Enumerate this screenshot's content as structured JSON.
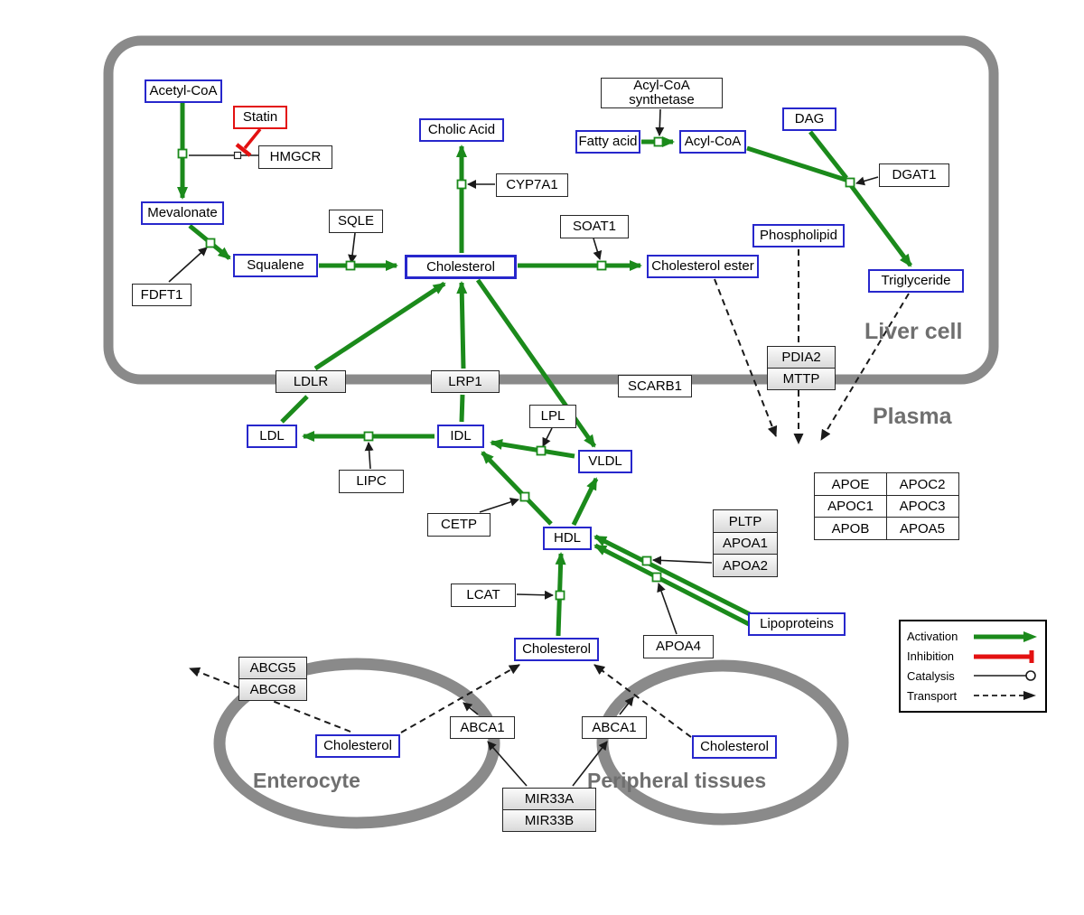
{
  "colors": {
    "activation_green": "#1b8a1b",
    "inhibition_red": "#e31111",
    "node_blue_border": "#2727cc",
    "membrane_gray": "#8a8a8a"
  },
  "regions": {
    "liver": "Liver cell",
    "plasma": "Plasma",
    "enterocyte": "Enterocyte",
    "peripheral": "Peripheral tissues"
  },
  "nodes": {
    "acetylcoa": "Acetyl-CoA",
    "statin": "Statin",
    "hmgcr": "HMGCR",
    "mevalonate": "Mevalonate",
    "fdft1": "FDFT1",
    "squalene": "Squalene",
    "sqle": "SQLE",
    "cholic": "Cholic Acid",
    "cyp7a1": "CYP7A1",
    "cholesterol": "Cholesterol",
    "soat1": "SOAT1",
    "cholester": "Cholesterol ester",
    "acylsynth": "Acyl-CoA synthetase",
    "fattyacid": "Fatty acid",
    "acylcoa": "Acyl-CoA",
    "dag": "DAG",
    "dgat1": "DGAT1",
    "phospholipid": "Phospholipid",
    "triglyceride": "Triglyceride",
    "ldlr": "LDLR",
    "lrp1": "LRP1",
    "scarb1": "SCARB1",
    "ldl": "LDL",
    "idl": "IDL",
    "lipc": "LIPC",
    "lpl": "LPL",
    "vldl": "VLDL",
    "cetp": "CETP",
    "hdl": "HDL",
    "lcat": "LCAT",
    "apoa4": "APOA4",
    "lipoproteins": "Lipoproteins",
    "chol_plasma": "Cholesterol",
    "chol_ent": "Cholesterol",
    "chol_per": "Cholesterol",
    "abca1_l": "ABCA1",
    "abca1_r": "ABCA1"
  },
  "stacks": {
    "pdia2": [
      "PDIA2",
      "MTTP"
    ],
    "abcg": [
      "ABCG5",
      "ABCG8"
    ],
    "pltp": [
      "PLTP",
      "APOA1",
      "APOA2"
    ],
    "mir33": [
      "MIR33A",
      "MIR33B"
    ],
    "apo": [
      [
        "APOE",
        "APOC2"
      ],
      [
        "APOC1",
        "APOC3"
      ],
      [
        "APOB",
        "APOA5"
      ]
    ]
  },
  "legend": {
    "activation": "Activation",
    "inhibition": "Inhibition",
    "catalysis": "Catalysis",
    "transport": "Transport"
  }
}
